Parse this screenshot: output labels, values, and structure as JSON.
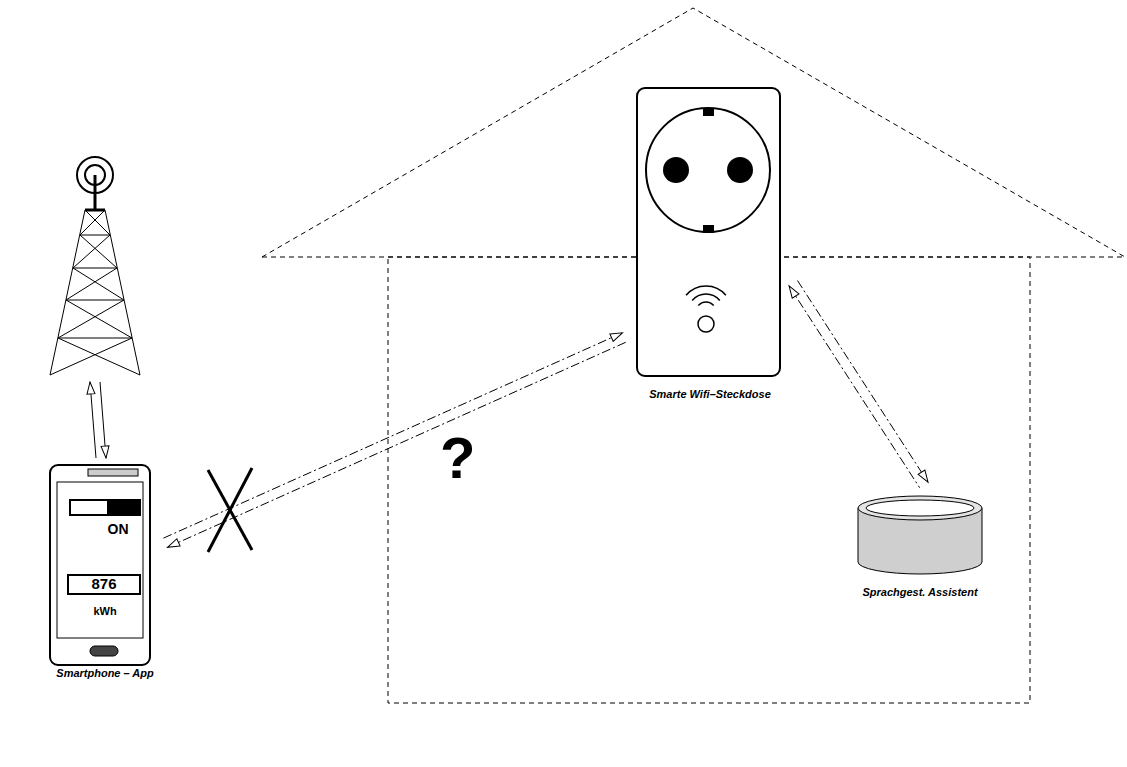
{
  "diagram": {
    "nodes": [
      {
        "text": [
          "ON",
          "876",
          "kWh",
          "Smartphone – App"
        ]
      },
      {
        "text": [
          "Smarte Wifi–Steckdose"
        ]
      },
      {
        "text": [
          "Sprachgest. Assistent"
        ]
      }
    ],
    "edges": [
      {
        "from": 0,
        "to": 1,
        "arrow": "both",
        "label": "?"
      },
      {
        "from": 1,
        "to": 2,
        "arrow": "both"
      }
    ]
  }
}
